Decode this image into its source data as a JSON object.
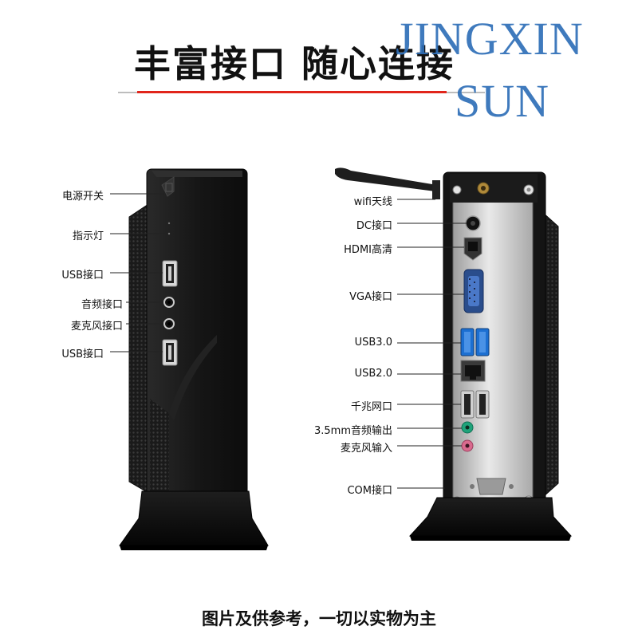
{
  "title": "丰富接口  随心连接",
  "watermark": {
    "line1": "JINGXIN",
    "line2": "SUN"
  },
  "front_labels": [
    "电源开关",
    "指示灯",
    "USB接口",
    "音频接口",
    "麦克风接口",
    "USB接口"
  ],
  "rear_labels": [
    "wifi天线",
    "DC接口",
    "HDMI高清",
    "VGA接口",
    "USB3.0",
    "USB2.0",
    "千兆网口",
    "3.5mm音频输出",
    "麦克风输入",
    "COM接口"
  ],
  "footer": "图片及供参考，一切以实物为主",
  "colors": {
    "accent_red": "#e1251b",
    "watermark_blue": "#2f6fb8",
    "usb3_blue": "#1c6fd1",
    "audio_green": "#1fa37a",
    "mic_pink": "#d96a8e"
  },
  "icons": [
    "power-button-icon",
    "indicator-led-icon",
    "usb-port-icon",
    "audio-jack-icon",
    "antenna-icon",
    "dc-jack-icon",
    "hdmi-port-icon",
    "vga-port-icon",
    "ethernet-port-icon",
    "com-port-icon"
  ]
}
